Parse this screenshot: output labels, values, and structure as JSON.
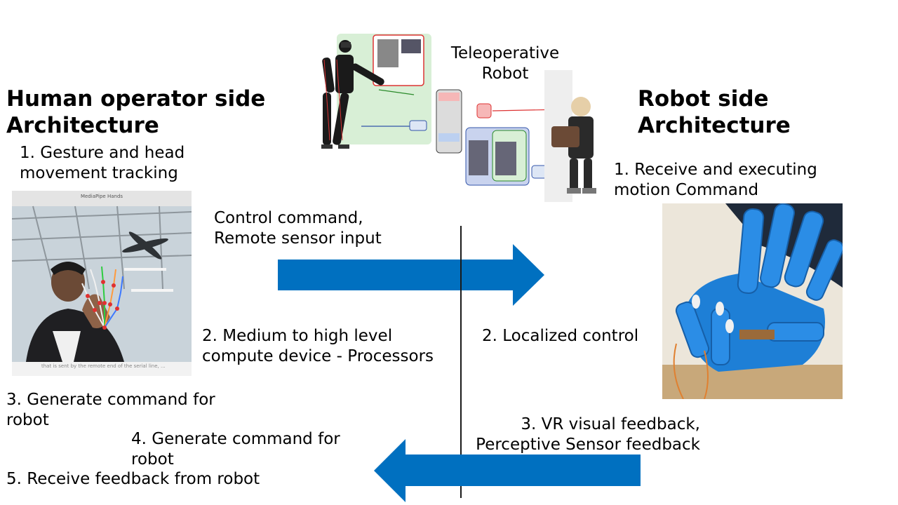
{
  "left": {
    "title_line1": "Human operator side",
    "title_line2": "Architecture",
    "step1_line1": "1. Gesture and head",
    "step1_line2": "movement tracking",
    "screenshot_window_title": "MediaPipe Hands",
    "screenshot_caption": "that is sent by the remote end of the serial line, ...",
    "step3_line1": "3. Generate command for",
    "step3_line2": "robot",
    "step4_line1": "4. Generate command for",
    "step4_line2": "robot",
    "step5": "5. Receive feedback from robot"
  },
  "center": {
    "title_line1": "Teleoperative",
    "title_line2": "Robot",
    "control_line1": "Control command,",
    "control_line2": "Remote sensor input",
    "compute_line1": "2. Medium to high level",
    "compute_line2": "compute device  - Processors",
    "arrow_color": "#0070c0"
  },
  "right": {
    "title_line1": "Robot side",
    "title_line2": "Architecture",
    "step1_line1": "1. Receive and executing",
    "step1_line2": "motion Command",
    "step2": "2. Localized control",
    "feedback_line1": "3. VR visual feedback,",
    "feedback_line2": "Perceptive Sensor feedback"
  }
}
